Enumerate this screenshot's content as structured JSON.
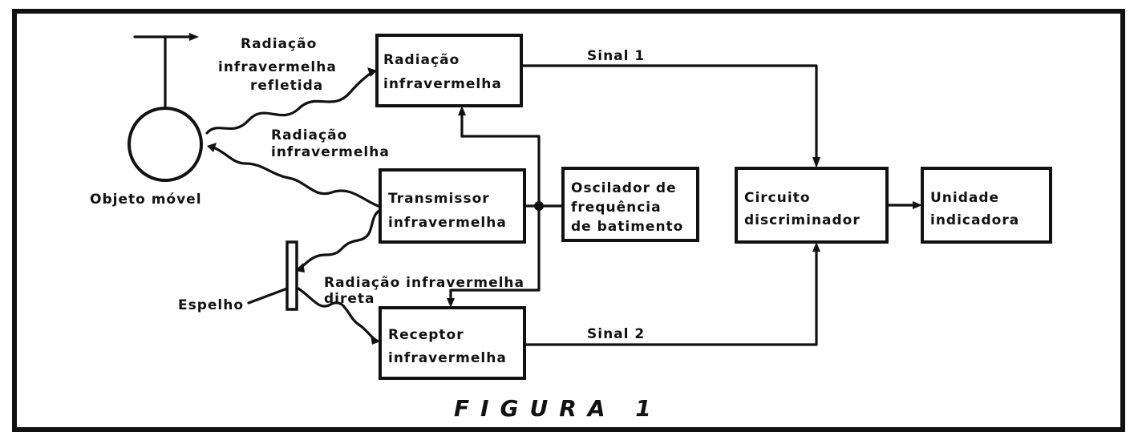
{
  "diagram": {
    "figure_label": "FIGURA 1",
    "object_label": "Objeto móvel",
    "mirror_label": "Espelho",
    "reflected_label_lines": [
      "Radiação",
      "infravermelha",
      "refletida"
    ],
    "emitted_label_lines": [
      "Radiação",
      "infravermelha"
    ],
    "direct_label_lines": [
      "Radiação infravermelha",
      "direta"
    ],
    "signal1_label": "Sinal 1",
    "signal2_label": "Sinal 2",
    "blocks": {
      "reflected_receiver": [
        "Radiação",
        "infravermelha"
      ],
      "transmitter": [
        "Transmissor",
        "infravermelha"
      ],
      "receiver": [
        "Receptor",
        "infravermelha"
      ],
      "oscillator": [
        "Oscilador de",
        "frequência",
        "de batimento"
      ],
      "discriminator": [
        "Circuito",
        "discriminador"
      ],
      "indicator": [
        "Unidade",
        "indicadora"
      ]
    }
  }
}
